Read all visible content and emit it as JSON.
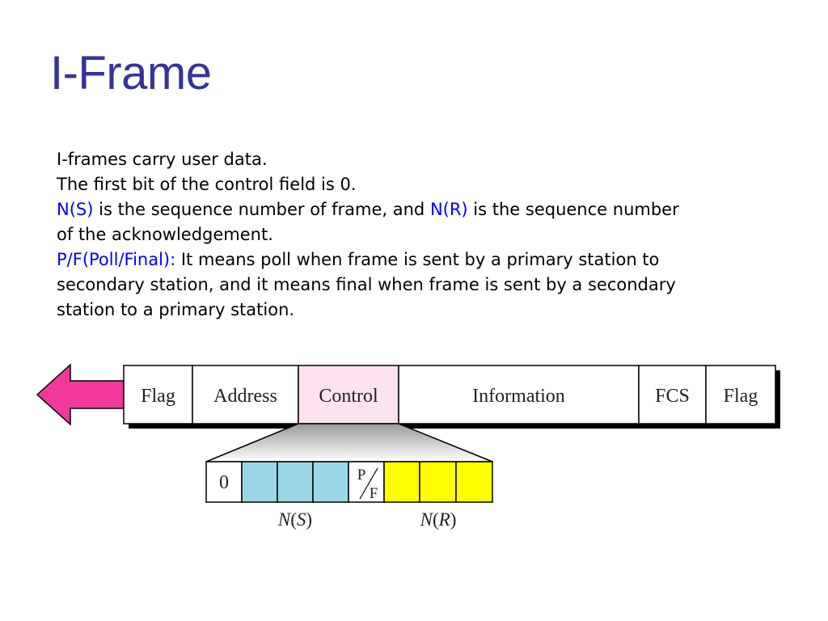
{
  "title": "I-Frame",
  "text": {
    "line1": "I-frames carry user data.",
    "line2": "The first bit of the control field is 0.",
    "ns_term": "N(S)",
    "line3_mid": " is the sequence number of frame, and ",
    "nr_term": "N(R)",
    "line3_end": " is the sequence number",
    "line4": "of the acknowledgement.",
    "pf_term": "P/F(Poll/Final):",
    "line5_rest": " It means poll when frame is sent by a primary station to",
    "line6": "secondary station, and it means final when frame is sent by a secondary",
    "line7": "station to a primary station."
  },
  "frame": {
    "fields": [
      "Flag",
      "Address",
      "Control",
      "Information",
      "FCS",
      "Flag"
    ]
  },
  "control_bits": {
    "first_bit": "0",
    "pf_p": "P",
    "pf_f": "F",
    "ns_label_n": "N",
    "ns_label_s": "S",
    "nr_label_n": "N",
    "nr_label_r": "R"
  },
  "colors": {
    "title": "#333399",
    "term": "#0000ff",
    "arrow": "#f0399a",
    "control_fill": "#fde3f0",
    "ns_fill": "#99d7e6",
    "nr_fill": "#ffff00"
  }
}
